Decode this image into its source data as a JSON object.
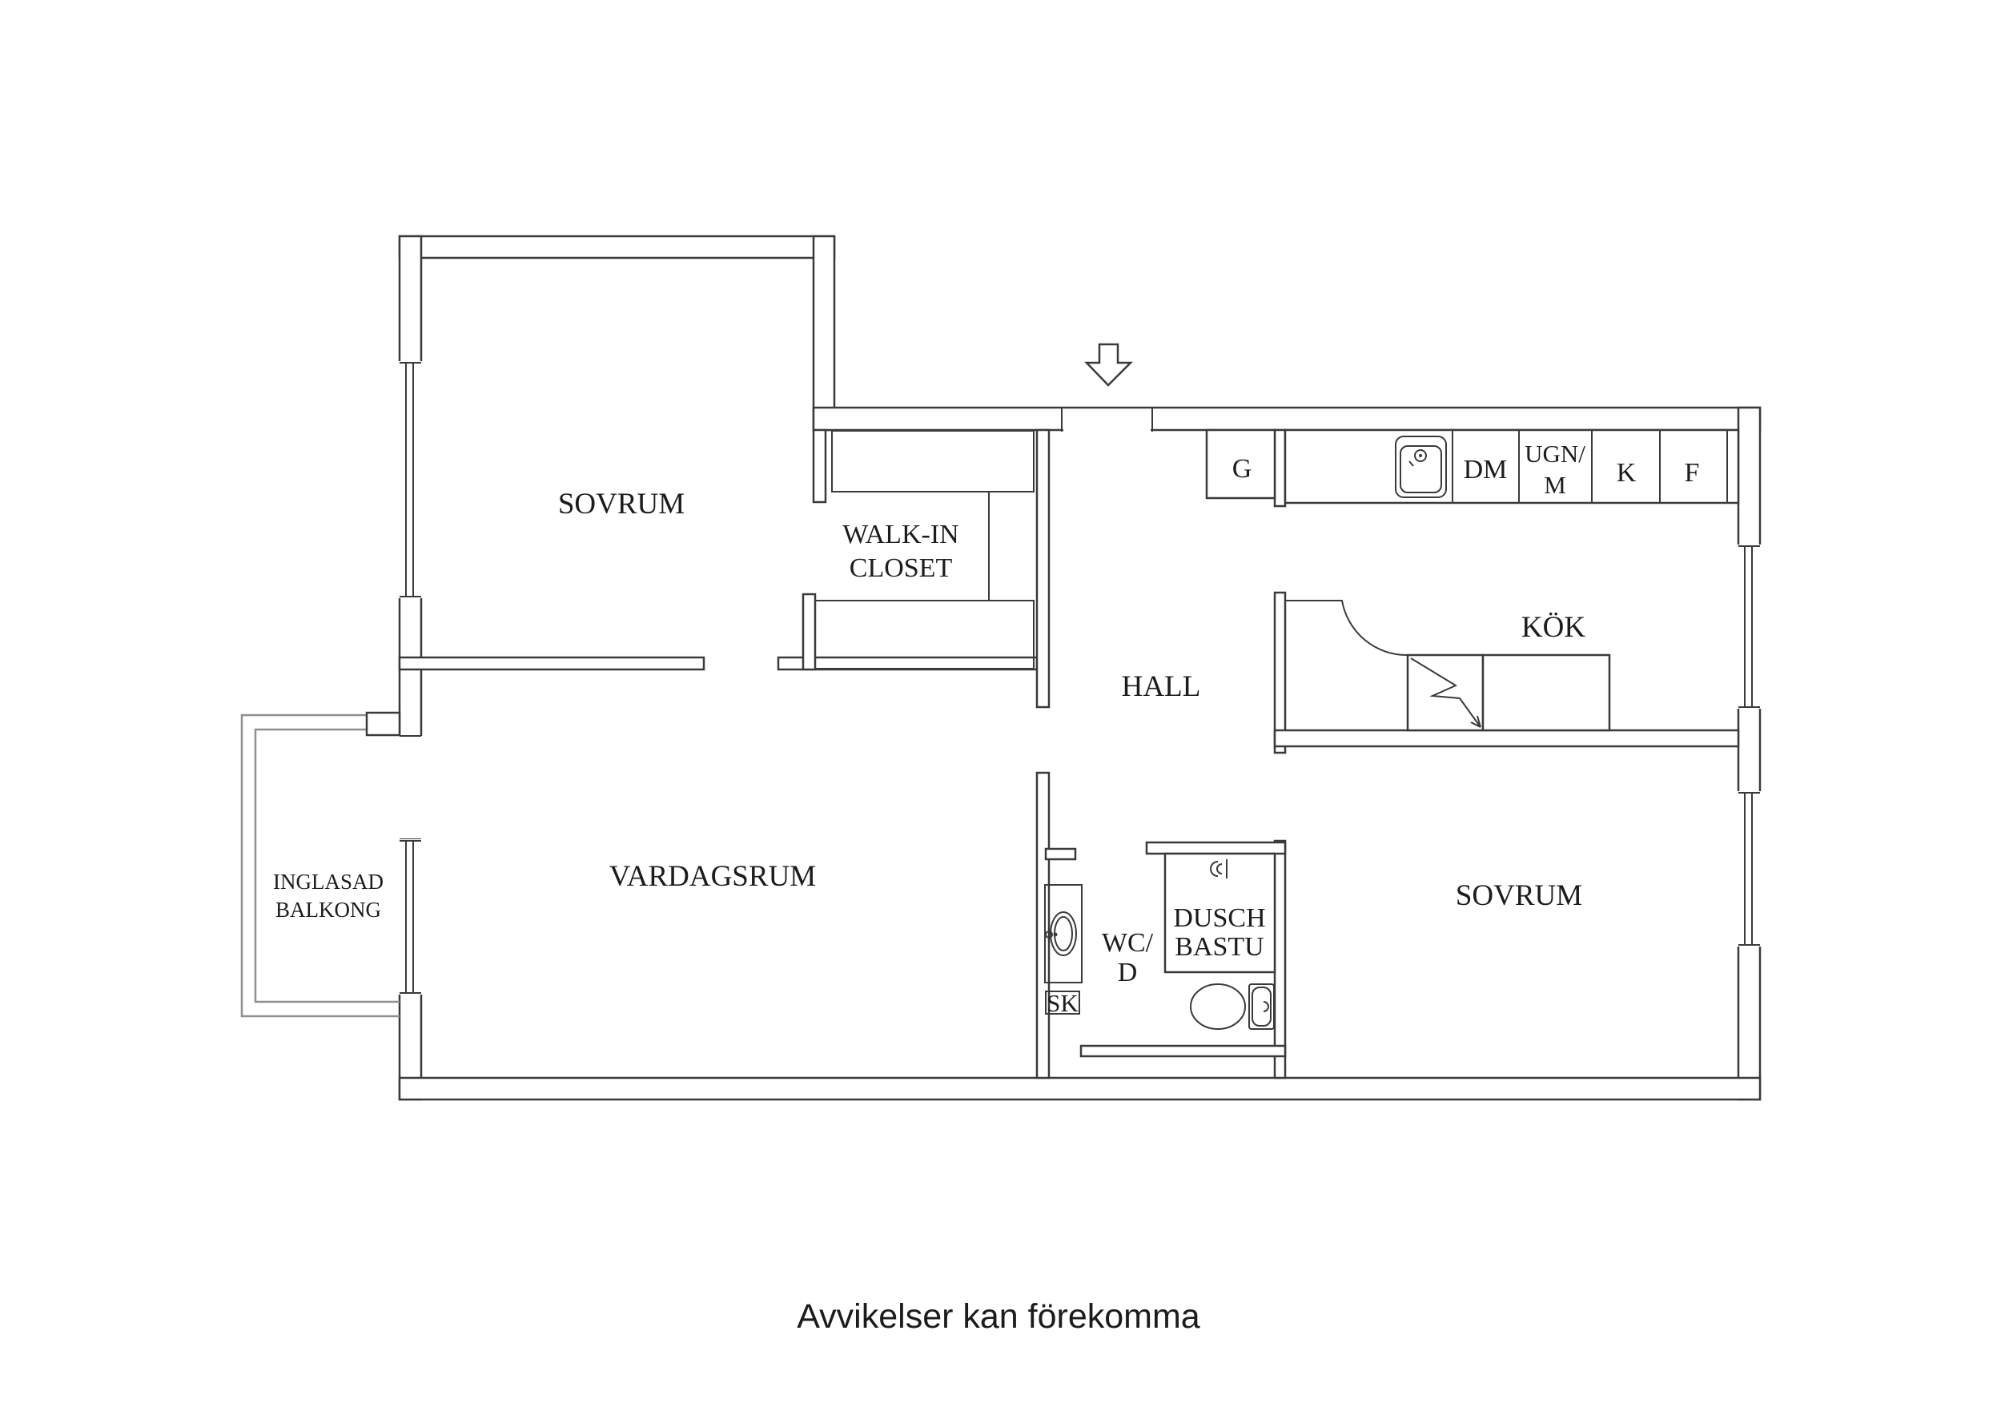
{
  "colors": {
    "background": "#ffffff",
    "line": "#3a3a3a",
    "balcony_line": "#8f8f8f",
    "text": "#1c1c1c"
  },
  "rooms": {
    "sovrum_top": "SOVRUM",
    "walk_in_closet_line1": "WALK-IN",
    "walk_in_closet_line2": "CLOSET",
    "hall": "HALL",
    "kok": "KÖK",
    "vardagsrum": "VARDAGSRUM",
    "sovrum_bottom": "SOVRUM",
    "balkong_line1": "INGLASAD",
    "balkong_line2": "BALKONG",
    "wc_line1": "WC/",
    "wc_line2": "D",
    "dusch_line1": "DUSCH",
    "dusch_line2": "BASTU",
    "sk": "SK"
  },
  "kitchen_labels": {
    "g": "G",
    "dm": "DM",
    "ugn_line1": "UGN/",
    "ugn_line2": "M",
    "k": "K",
    "f": "F"
  },
  "disclaimer": "Avvikelser kan förekomma"
}
